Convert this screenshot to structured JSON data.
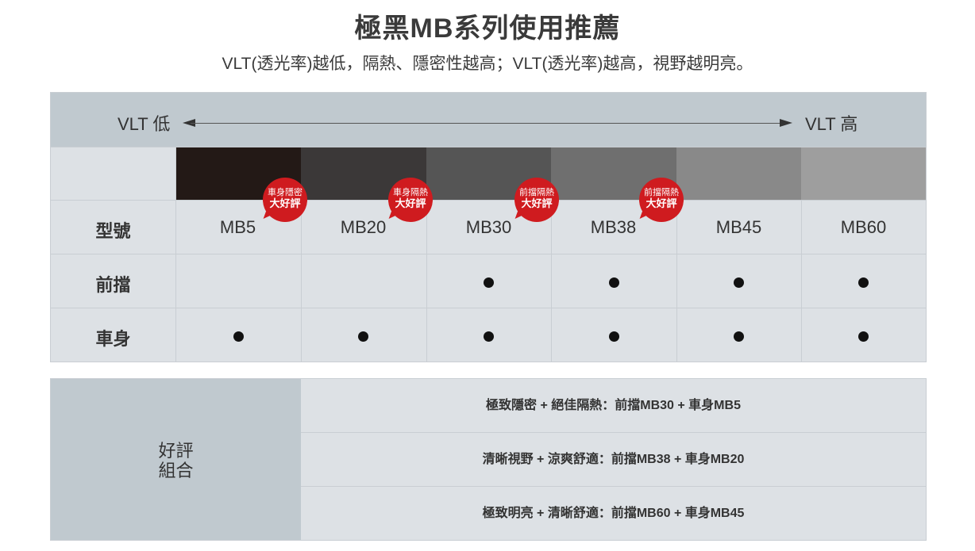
{
  "header": {
    "title": "極黑MB系列使用推薦",
    "subtitle": "VLT(透光率)越低，隔熱、隱密性越高；VLT(透光率)越高，視野越明亮。"
  },
  "scale": {
    "low_label": "VLT 低",
    "high_label": "VLT 高"
  },
  "swatch_colors": [
    "#231916",
    "#3b3838",
    "#555555",
    "#6f6f6f",
    "#898989",
    "#9e9e9e"
  ],
  "rows": {
    "model": "型號",
    "front": "前擋",
    "body": "車身"
  },
  "models": [
    "MB5",
    "MB20",
    "MB30",
    "MB38",
    "MB45",
    "MB60"
  ],
  "front_marks": [
    "",
    "",
    "●",
    "●",
    "●",
    "●"
  ],
  "body_marks": [
    "●",
    "●",
    "●",
    "●",
    "●",
    "●"
  ],
  "badges": [
    {
      "line1": "車身隱密",
      "line2": "大好評"
    },
    {
      "line1": "車身隔熱",
      "line2": "大好評"
    },
    {
      "line1": "前擋隔熱",
      "line2": "大好評"
    },
    {
      "line1": "前擋隔熱",
      "line2": "大好評"
    }
  ],
  "combos": {
    "label_line1": "好評",
    "label_line2": "組合",
    "items": [
      "極致隱密 + 絕佳隔熱：前擋MB30 + 車身MB5",
      "清晰視野 + 涼爽舒適：前擋MB38 + 車身MB20",
      "極致明亮 + 清晰舒適：前擋MB60 + 車身MB45"
    ]
  }
}
